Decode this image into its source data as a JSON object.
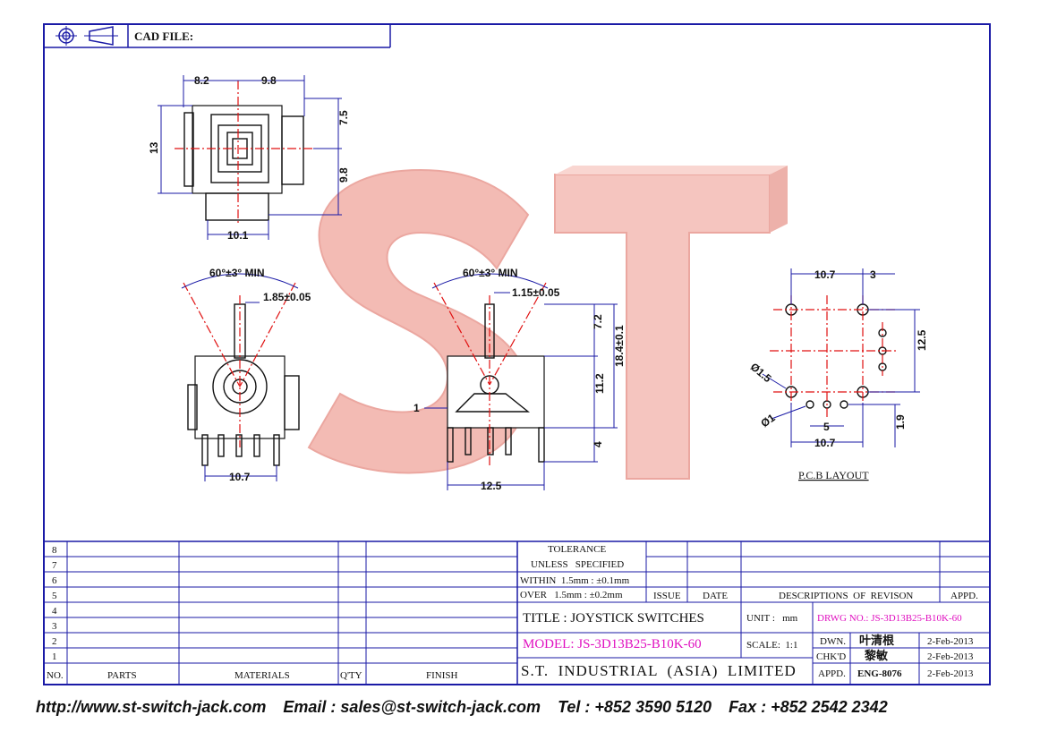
{
  "header": {
    "cad_label": "CAD FILE:"
  },
  "top_view": {
    "dim_left_width": "8.2",
    "dim_right_width": "9.8",
    "dim_height": "13",
    "dim_upper": "7.5",
    "dim_lower": "9.8",
    "dim_bottom": "10.1"
  },
  "front_view": {
    "angle": "60°±3° MIN",
    "shaft": "1.85±0.05",
    "pitch": "10.7"
  },
  "side_view": {
    "angle": "60°±3° MIN",
    "shaft": "1.15±0.05",
    "h_top": "7.2",
    "h_mid": "11.2",
    "h_total": "18.4±0.1",
    "h_pin": "4",
    "offset": "1",
    "width": "12.5"
  },
  "pcb_layout": {
    "title": "P.C.B LAYOUT",
    "top_pitch": "10.7",
    "top_offset": "3",
    "height": "12.5",
    "hole_large": "Ø1.5",
    "hole_small": "Ø1",
    "pin_pitch": "5",
    "bottom_pitch": "10.7",
    "bottom_offset": "1.9"
  },
  "watermark": {
    "letters": "ST"
  },
  "title_block": {
    "rows": [
      "8",
      "7",
      "6",
      "5",
      "4",
      "3",
      "2",
      "1"
    ],
    "col_no": "NO.",
    "col_parts": "PARTS",
    "col_materials": "MATERIALS",
    "col_qty": "Q'TY",
    "col_finish": "FINISH",
    "tolerance": "TOLERANCE",
    "unless": "UNLESS   SPECIFIED",
    "within": "WITHIN  1.5mm : ±0.1mm",
    "over": "OVER   1.5mm : ±0.2mm",
    "issue": "ISSUE",
    "date": "DATE",
    "descriptions": "DESCRIPTIONS  OF  REVISON",
    "appd": "APPD.",
    "title": "TITLE : JOYSTICK SWITCHES",
    "unit": "UNIT :   mm",
    "drwg": "DRWG NO.: JS-3D13B25-B10K-60",
    "model": "MODEL: JS-3D13B25-B10K-60",
    "scale": "SCALE:  1:1",
    "dwn": "DWN.",
    "dwn_name": "叶清根",
    "dwn_date": "2-Feb-2013",
    "company": "S.T.  INDUSTRIAL  (ASIA)  LIMITED",
    "chkd": "CHK'D",
    "chkd_name": "黎敏",
    "chkd_date": "2-Feb-2013",
    "appd2": "APPD.",
    "appd_name": "ENG-8076",
    "appd_date": "2-Feb-2013"
  },
  "footer": {
    "website": "http://www.st-switch-jack.com",
    "email": "Email : sales@st-switch-jack.com",
    "tel": "Tel : +852 3590 5120",
    "fax": "Fax : +852 2542 2342"
  },
  "colors": {
    "frame": "#1a1aa6",
    "centerline": "#e01010",
    "highlight": "#e010c0",
    "watermark": "#f2b0a8"
  }
}
